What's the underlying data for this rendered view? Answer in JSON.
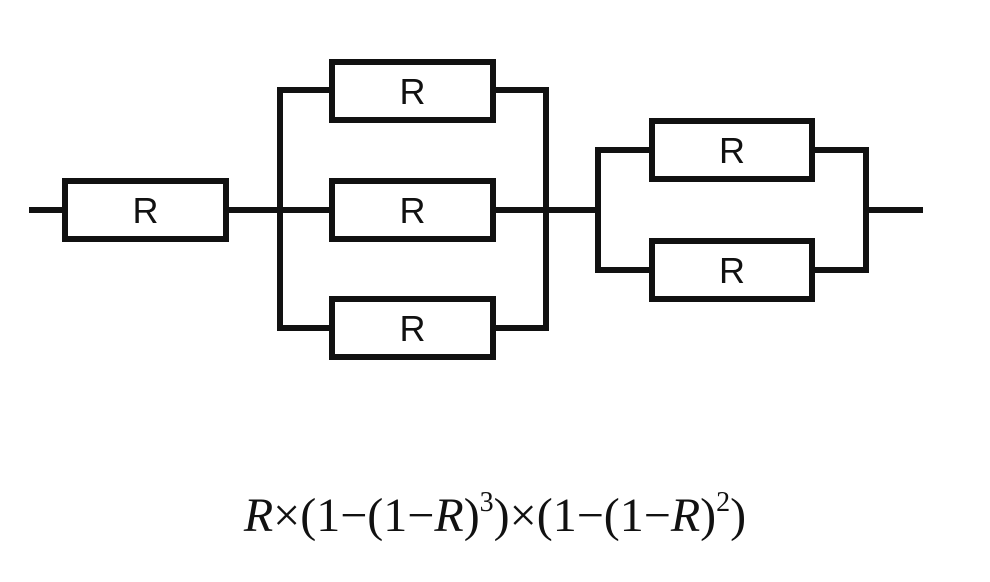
{
  "resistor_label": "R",
  "formula": {
    "v1": "R",
    "p1": "×(1−(1−",
    "v2": "R",
    "p2": ")",
    "exp1": "3",
    "p3": ")×(1−(1−",
    "v3": "R",
    "p4": ")",
    "exp2": "2",
    "p5": ")"
  }
}
